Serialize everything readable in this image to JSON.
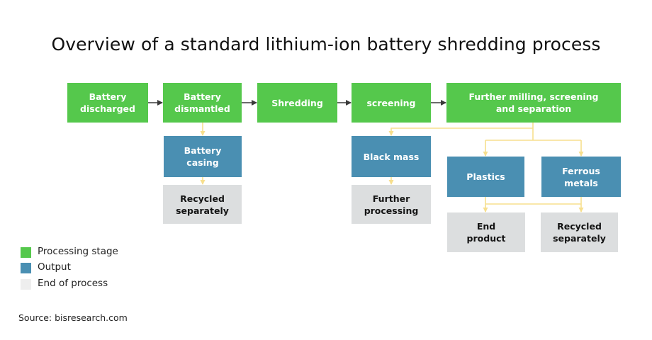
{
  "title": "Overview of a standard lithium-ion battery shredding process",
  "colors": {
    "processing": "#55c84c",
    "output": "#4a8fb2",
    "end": "#dcdedf",
    "connector_dark": "#3a3a3a",
    "connector_yellow": "#f7df8e"
  },
  "nodes": {
    "battery_discharged": {
      "label": "Battery discharged",
      "type": "Processing stage"
    },
    "battery_dismantled": {
      "label": "Battery dismantled",
      "type": "Processing stage"
    },
    "shredding": {
      "label": "Shredding",
      "type": "Processing stage"
    },
    "screening": {
      "label": "screening",
      "type": "Processing stage"
    },
    "further_milling": {
      "label": "Further milling, screening and separation",
      "type": "Processing stage"
    },
    "battery_casing": {
      "label": "Battery casing",
      "type": "Output"
    },
    "black_mass": {
      "label": "Black mass",
      "type": "Output"
    },
    "plastics": {
      "label": "Plastics",
      "type": "Output"
    },
    "ferrous_metals": {
      "label": "Ferrous metals",
      "type": "Output"
    },
    "recycled_separately_1": {
      "label": "Recycled separately",
      "type": "End of process"
    },
    "further_processing": {
      "label": "Further processing",
      "type": "End of process"
    },
    "end_product": {
      "label": "End product",
      "type": "End of process"
    },
    "recycled_separately_2": {
      "label": "Recycled separately",
      "type": "End of process"
    }
  },
  "edges": [
    {
      "from": "battery_discharged",
      "to": "battery_dismantled"
    },
    {
      "from": "battery_dismantled",
      "to": "shredding"
    },
    {
      "from": "shredding",
      "to": "screening"
    },
    {
      "from": "screening",
      "to": "further_milling"
    },
    {
      "from": "battery_dismantled",
      "to": "battery_casing"
    },
    {
      "from": "battery_casing",
      "to": "recycled_separately_1"
    },
    {
      "from": "further_milling",
      "to": "black_mass"
    },
    {
      "from": "further_milling",
      "to": "plastics"
    },
    {
      "from": "further_milling",
      "to": "ferrous_metals"
    },
    {
      "from": "black_mass",
      "to": "further_processing"
    },
    {
      "from": "plastics",
      "to": "end_product"
    },
    {
      "from": "ferrous_metals",
      "to": "recycled_separately_2"
    }
  ],
  "legend": [
    {
      "label": "Processing stage",
      "color": "#55c84c"
    },
    {
      "label": "Output",
      "color": "#4a8fb2"
    },
    {
      "label": "End of process",
      "color": "#eeeeee"
    }
  ],
  "source": "Source: bisresearch.com"
}
